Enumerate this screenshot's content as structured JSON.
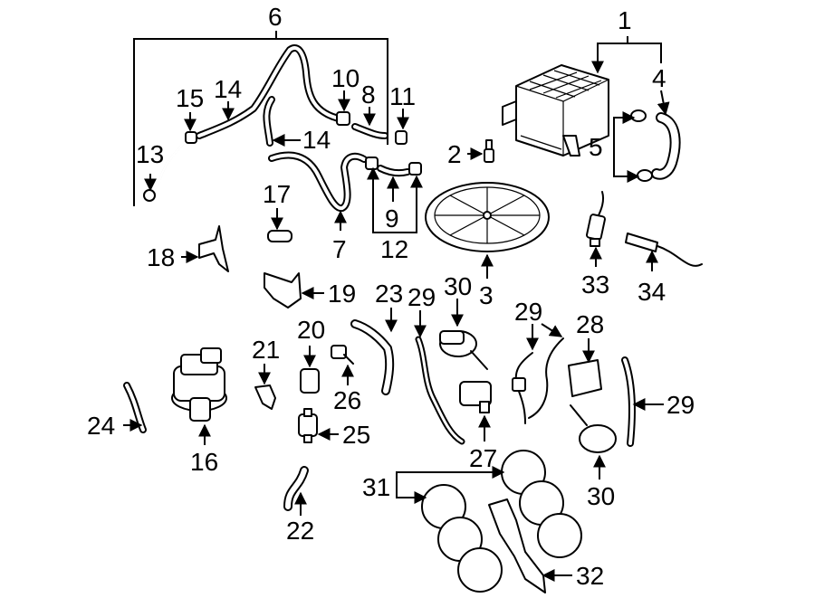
{
  "callouts": [
    {
      "id": "1",
      "text": "1"
    },
    {
      "id": "2",
      "text": "2"
    },
    {
      "id": "3",
      "text": "3"
    },
    {
      "id": "4",
      "text": "4"
    },
    {
      "id": "5",
      "text": "5"
    },
    {
      "id": "6",
      "text": "6"
    },
    {
      "id": "7",
      "text": "7"
    },
    {
      "id": "8",
      "text": "8"
    },
    {
      "id": "9",
      "text": "9"
    },
    {
      "id": "10",
      "text": "10"
    },
    {
      "id": "11",
      "text": "11"
    },
    {
      "id": "12",
      "text": "12"
    },
    {
      "id": "13",
      "text": "13"
    },
    {
      "id": "14a",
      "text": "14"
    },
    {
      "id": "14b",
      "text": "14"
    },
    {
      "id": "15",
      "text": "15"
    },
    {
      "id": "16",
      "text": "16"
    },
    {
      "id": "17",
      "text": "17"
    },
    {
      "id": "18",
      "text": "18"
    },
    {
      "id": "19",
      "text": "19"
    },
    {
      "id": "20",
      "text": "20"
    },
    {
      "id": "21",
      "text": "21"
    },
    {
      "id": "22",
      "text": "22"
    },
    {
      "id": "23",
      "text": "23"
    },
    {
      "id": "24",
      "text": "24"
    },
    {
      "id": "25",
      "text": "25"
    },
    {
      "id": "26",
      "text": "26"
    },
    {
      "id": "27",
      "text": "27"
    },
    {
      "id": "28",
      "text": "28"
    },
    {
      "id": "29a",
      "text": "29"
    },
    {
      "id": "29b",
      "text": "29"
    },
    {
      "id": "29c",
      "text": "29"
    },
    {
      "id": "30a",
      "text": "30"
    },
    {
      "id": "30b",
      "text": "30"
    },
    {
      "id": "31",
      "text": "31"
    },
    {
      "id": "32",
      "text": "32"
    },
    {
      "id": "33",
      "text": "33"
    },
    {
      "id": "34",
      "text": "34"
    }
  ]
}
